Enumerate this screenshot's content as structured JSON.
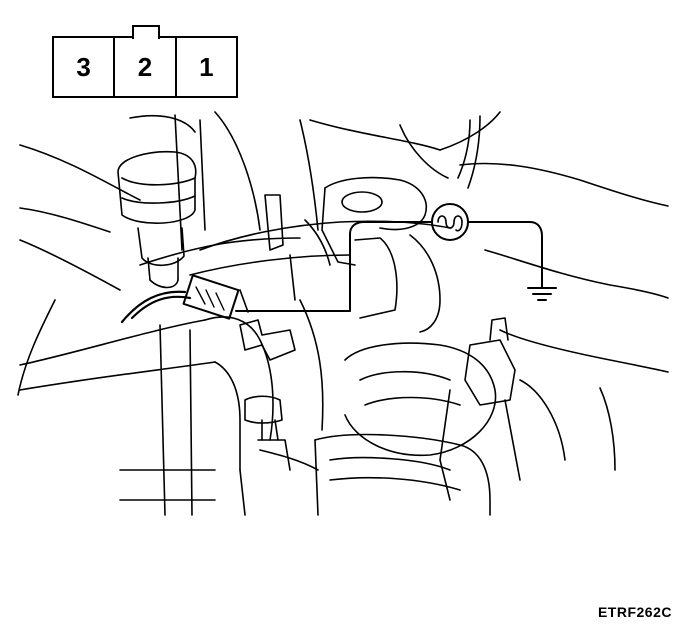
{
  "connector": {
    "pins": [
      "3",
      "2",
      "1"
    ]
  },
  "figure_code": "ETRF262C"
}
